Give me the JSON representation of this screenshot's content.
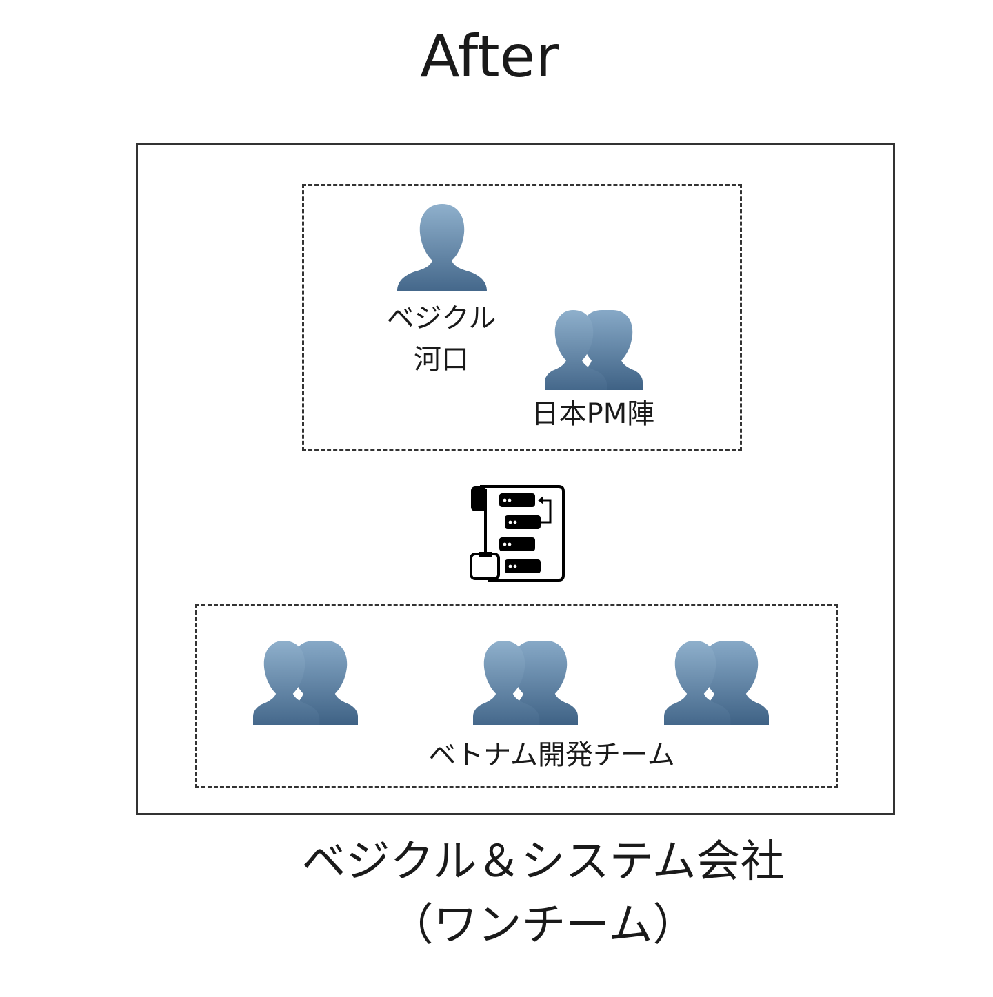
{
  "title": "After",
  "pm_group": {
    "person_line1": "ベジクル",
    "person_line2": "河口",
    "team_label": "日本PM陣"
  },
  "process_icon": "workflow-document-icon",
  "dev_group": {
    "label": "ベトナム開発チーム"
  },
  "caption": {
    "line1": "ベジクル＆システム会社",
    "line2": "（ワンチーム）"
  },
  "colors": {
    "person_top": "#8aacc9",
    "person_bottom": "#43678a",
    "border": "#333333"
  }
}
